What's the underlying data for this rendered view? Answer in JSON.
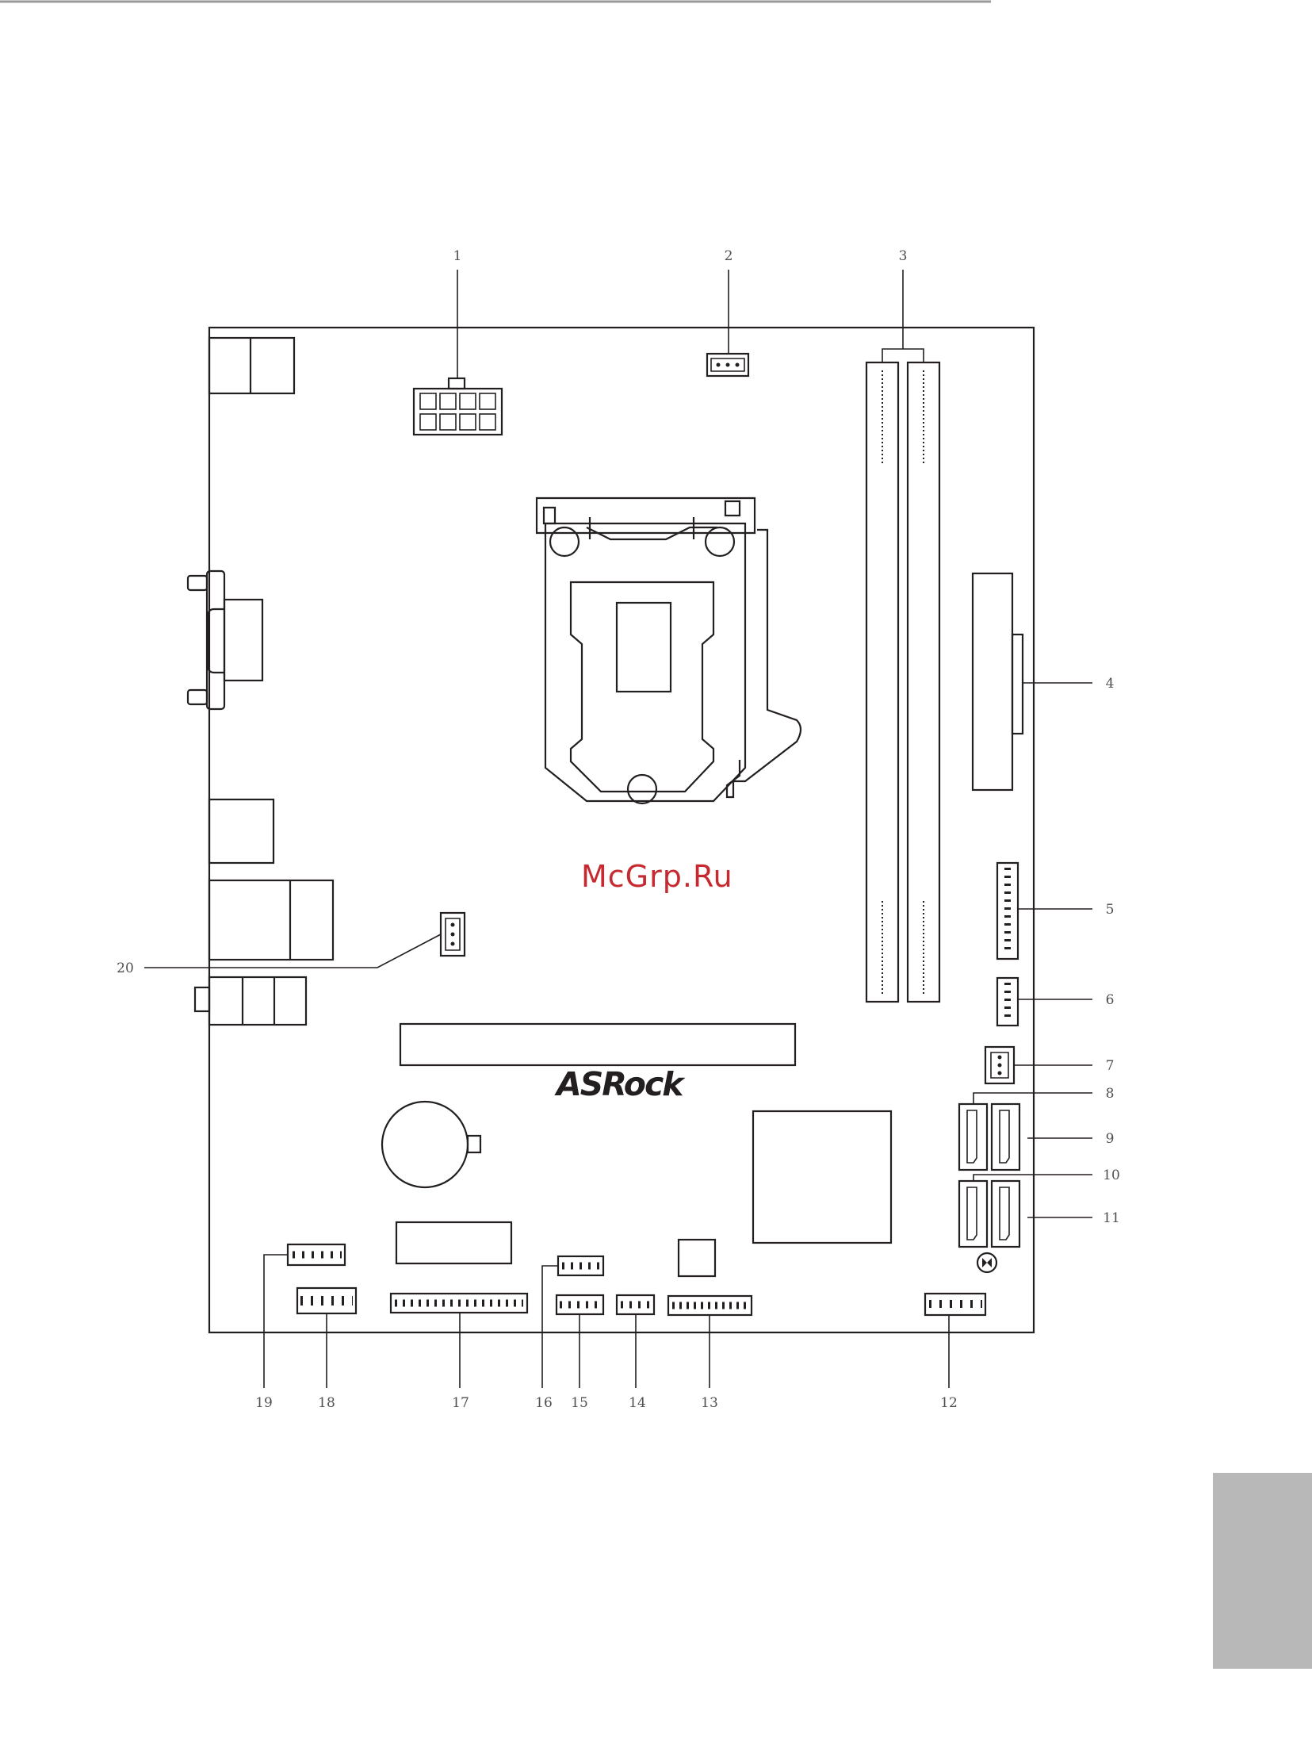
{
  "watermark": {
    "text": "McGrp.Ru",
    "color": "#c62a30"
  },
  "board": {
    "logo": "ASRock"
  },
  "callouts": [
    "1",
    "2",
    "3",
    "4",
    "5",
    "6",
    "7",
    "8",
    "9",
    "10",
    "11",
    "12",
    "13",
    "14",
    "15",
    "16",
    "17",
    "18",
    "19",
    "20"
  ],
  "colors": {
    "line": "#231f20",
    "label": "#505050",
    "side_tab": "#b8b8b8"
  }
}
